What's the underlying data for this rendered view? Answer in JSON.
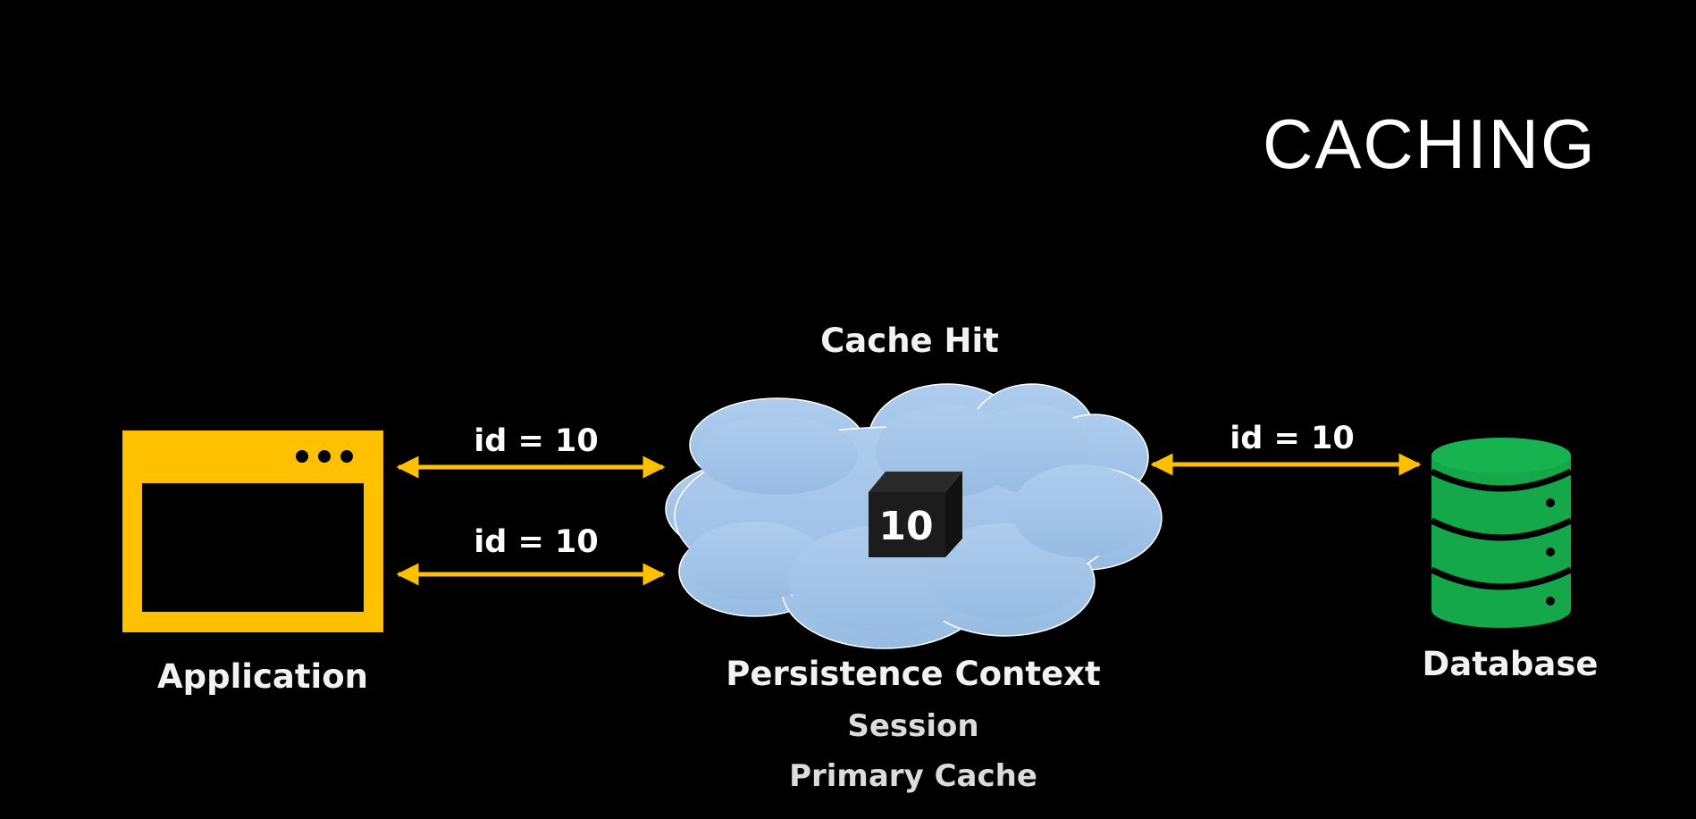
{
  "slide": {
    "title": "CACHING"
  },
  "diagram": {
    "cache_status": "Cache Hit",
    "application": {
      "label": "Application",
      "icon": "browser-window-icon",
      "color": "#ffc000"
    },
    "cache": {
      "icon": "cloud-icon",
      "color": "#a7c8ea",
      "entity_value": "10",
      "labels": [
        "Persistence Context",
        "Session",
        "Primary Cache"
      ]
    },
    "database": {
      "label": "Database",
      "icon": "database-icon",
      "color": "#14a84a"
    },
    "arrows": [
      {
        "label": "id = 10",
        "from": "Application",
        "to": "Persistence Context"
      },
      {
        "label": "id = 10",
        "from": "Application",
        "to": "Persistence Context"
      },
      {
        "label": "id = 10",
        "from": "Persistence Context",
        "to": "Database"
      }
    ],
    "arrow_color": "#ffc000"
  }
}
